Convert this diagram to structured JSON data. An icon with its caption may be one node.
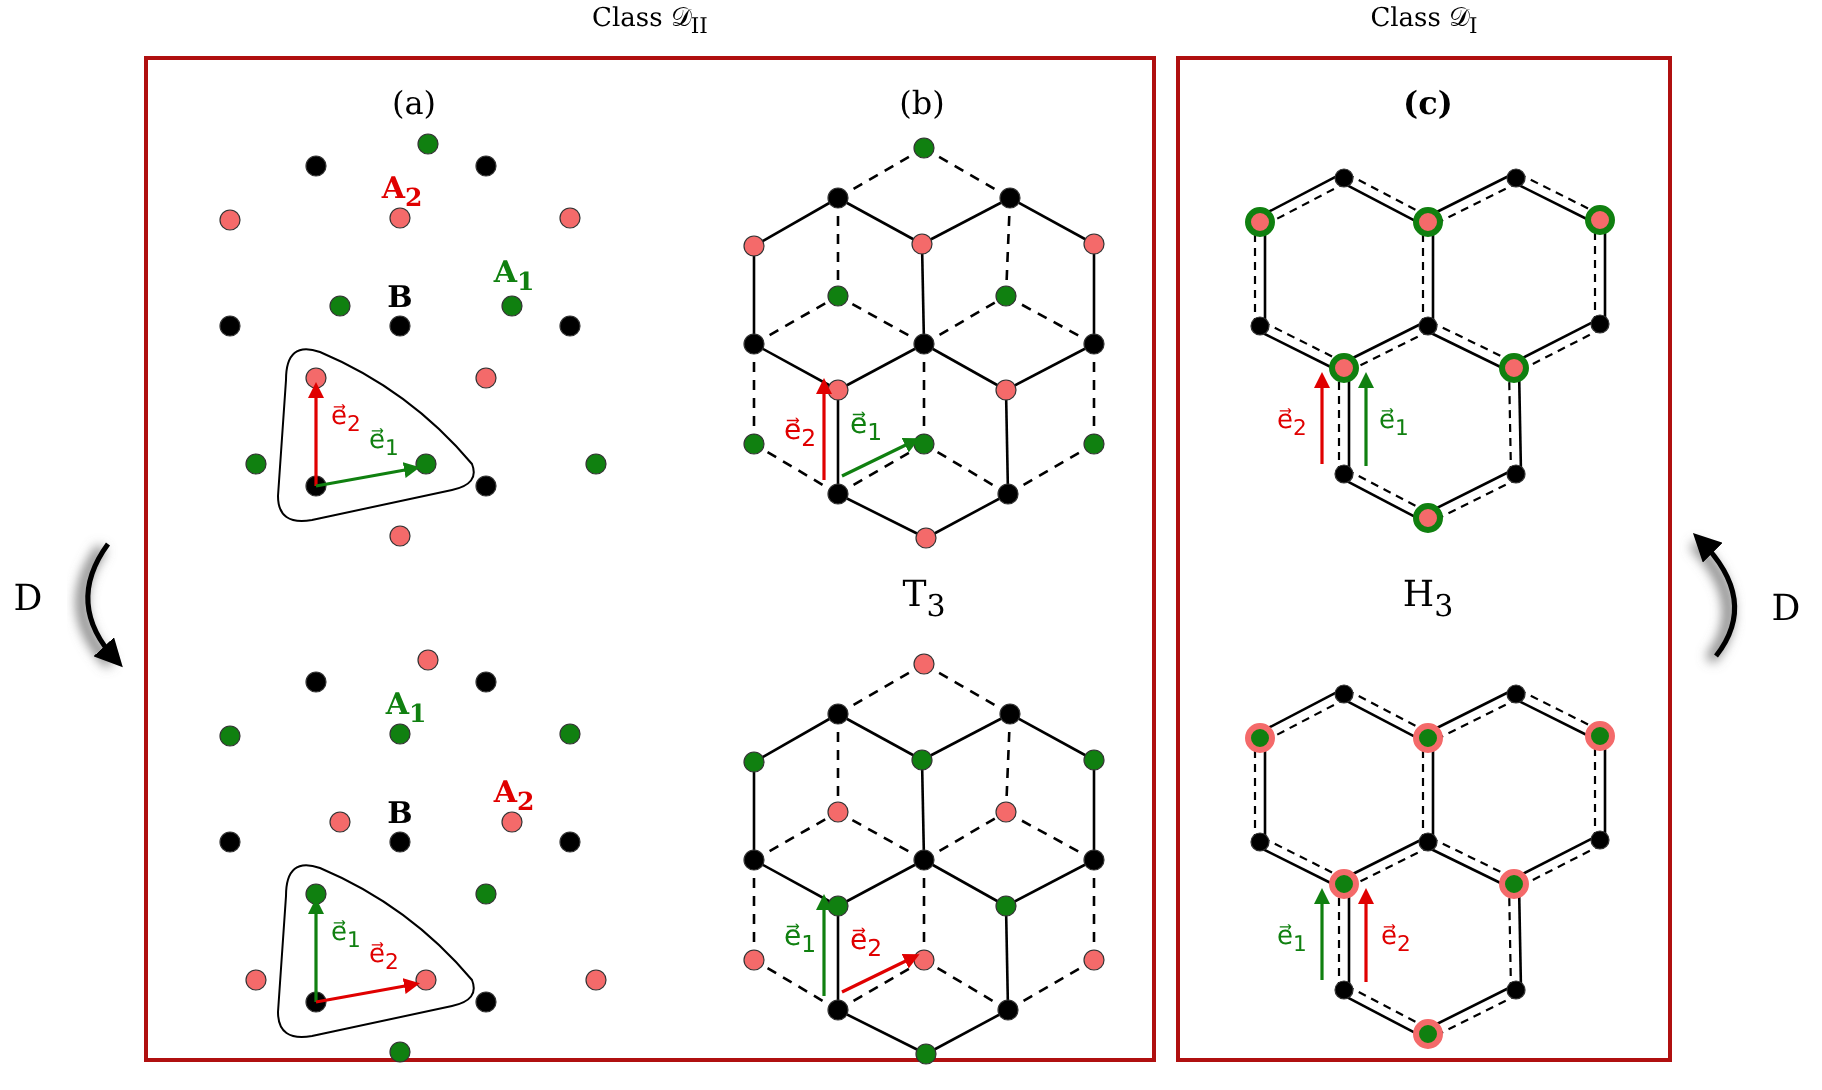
{
  "diagram": {
    "nodes": [
      {
        "text": [
          "Class 𝒟$_{II}$"
        ]
      },
      {
        "text": [
          "Class 𝒟$_{I}$"
        ]
      }
    ],
    "labels": [
      "(a)",
      "(b)",
      "(c)",
      "A$_{2}$",
      "A$_{1}$",
      "B",
      "e⃗$_{2}$",
      "e⃗$_{1}$",
      "e⃗$_{2}$",
      "e⃗$_{1}$",
      "e⃗$_{2}$",
      "e⃗$_{1}$",
      "D",
      "T$_{3}$",
      "H$_{3}$",
      "D",
      "A$_{1}$",
      "A$_{2}$",
      "B",
      "e⃗$_{1}$",
      "e⃗$_{2}$",
      "e⃗$_{1}$",
      "e⃗$_{2}$",
      "e⃗$_{1}$",
      "e⃗$_{2}$"
    ]
  }
}
